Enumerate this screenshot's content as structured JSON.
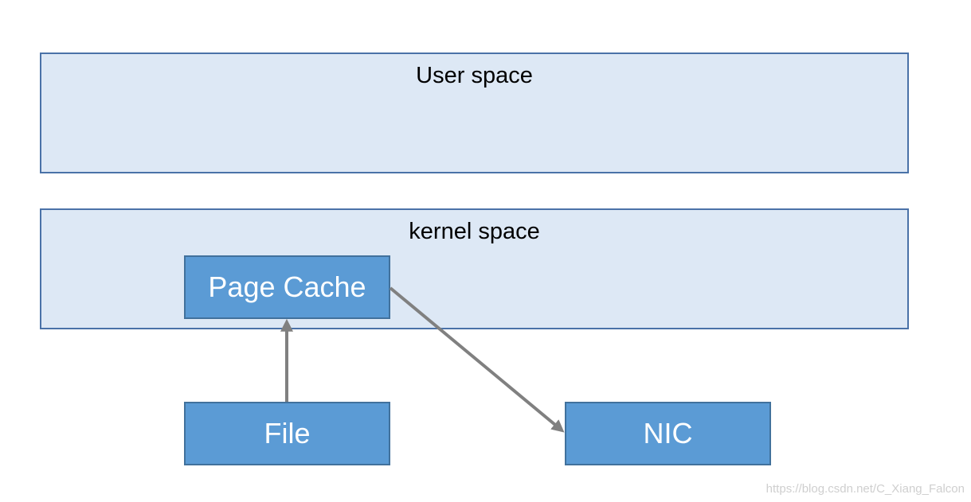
{
  "diagram": {
    "user_space": {
      "label": "User space"
    },
    "kernel_space": {
      "label": "kernel space"
    },
    "page_cache": {
      "label": "Page Cache"
    },
    "file": {
      "label": "File"
    },
    "nic": {
      "label": "NIC"
    },
    "edges": [
      {
        "from": "File",
        "to": "Page Cache"
      },
      {
        "from": "Page Cache",
        "to": "NIC"
      }
    ],
    "colors": {
      "region_fill": "#dde8f5",
      "region_border": "#4a72a8",
      "box_fill": "#5b9bd5",
      "box_border": "#41719c",
      "arrow": "#808080"
    }
  },
  "watermark": "https://blog.csdn.net/C_Xiang_Falcon"
}
